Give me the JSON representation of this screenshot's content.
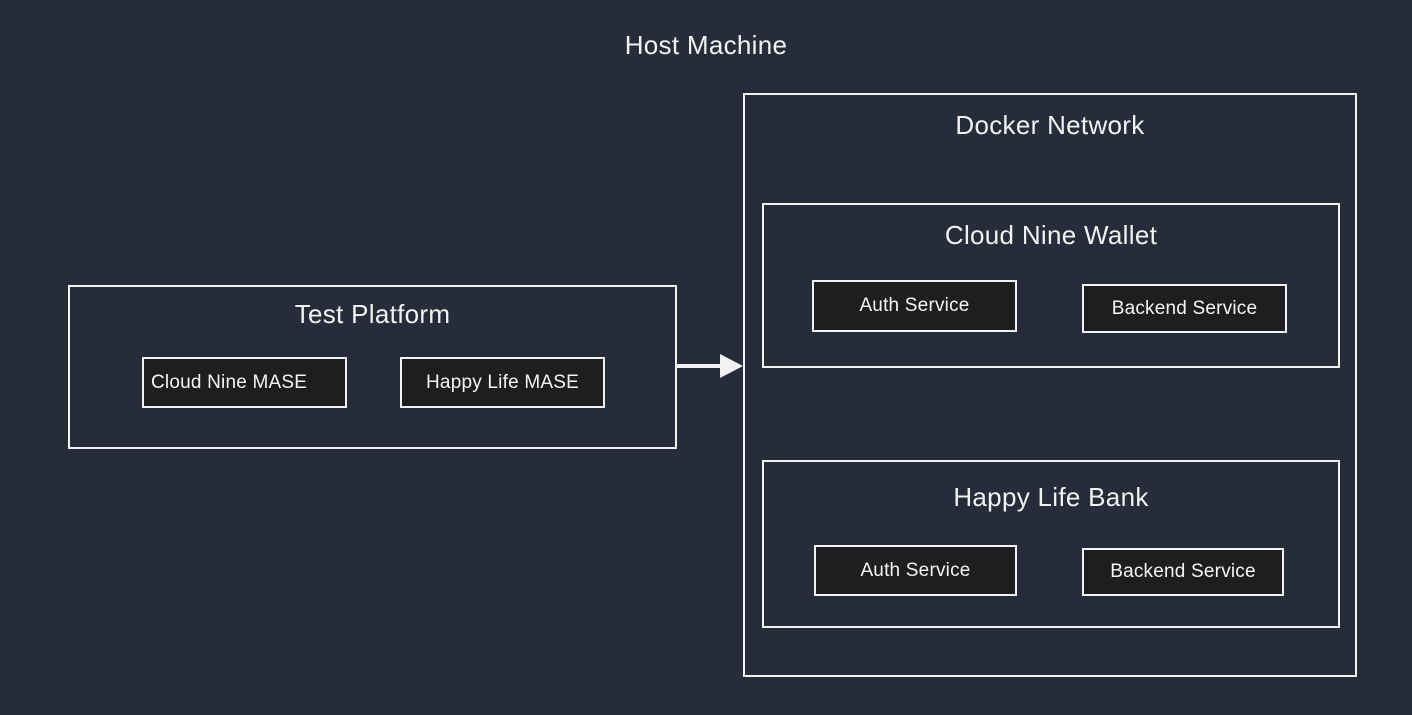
{
  "host_label": "Host Machine",
  "colors": {
    "background": "#262C3A",
    "box_border": "#F2F2F2",
    "node_background": "#1E1E20",
    "text": "#F2F2F2",
    "arrow": "#F2F2F2"
  },
  "test_platform": {
    "title": "Test Platform",
    "nodes": [
      {
        "label": "Cloud Nine MASE"
      },
      {
        "label": "Happy Life MASE"
      }
    ]
  },
  "arrow": {
    "from": "Test Platform",
    "to": "Docker Network",
    "direction": "right"
  },
  "docker_network": {
    "title": "Docker Network",
    "groups": [
      {
        "title": "Cloud Nine Wallet",
        "nodes": [
          {
            "label": "Auth Service"
          },
          {
            "label": "Backend Service"
          }
        ]
      },
      {
        "title": "Happy Life Bank",
        "nodes": [
          {
            "label": "Auth Service"
          },
          {
            "label": "Backend Service"
          }
        ]
      }
    ]
  }
}
